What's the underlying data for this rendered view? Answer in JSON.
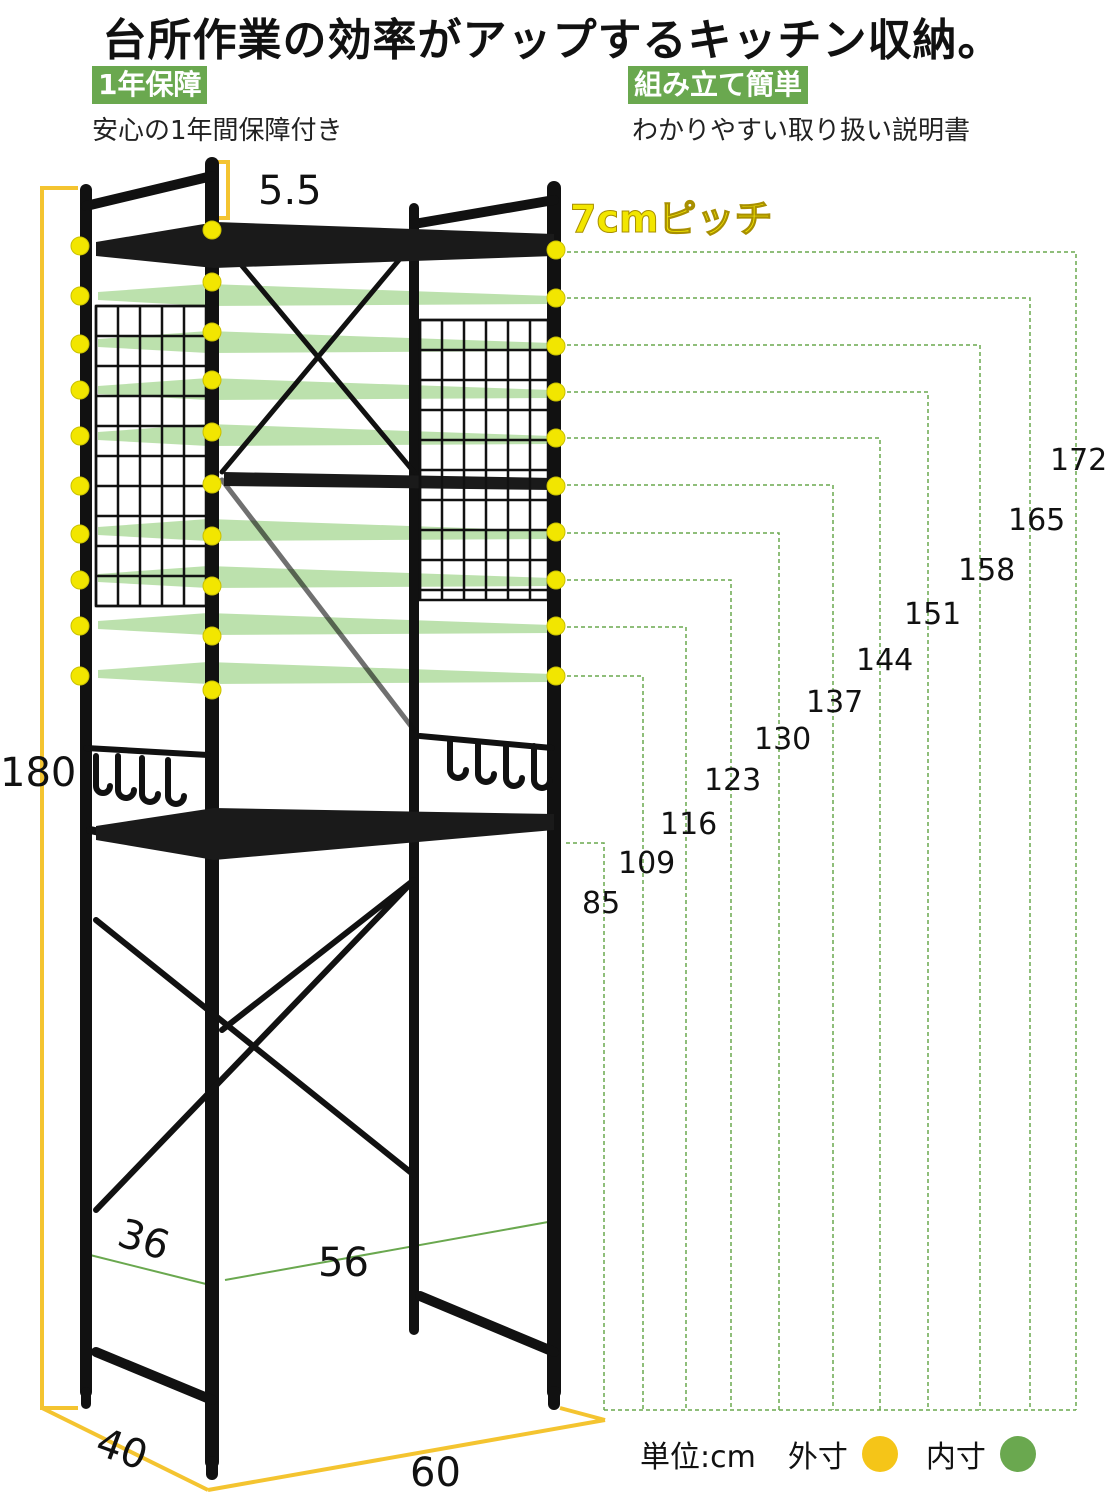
{
  "title": "台所作業の効率がアップするキッチン収納。",
  "features": [
    {
      "badge": "1年保障",
      "text": "安心の1年間保障付き"
    },
    {
      "badge": "組み立て簡単",
      "text": "わかりやすい取り扱い説明書"
    }
  ],
  "pitch_label": "7cmピッチ",
  "dimensions": {
    "top_offset": "5.5",
    "total_height": "180",
    "depth": "40",
    "width": "60",
    "inner_depth": "36",
    "inner_width": "56"
  },
  "shelf_heights": [
    "172",
    "165",
    "158",
    "151",
    "144",
    "137",
    "130",
    "123",
    "116",
    "109",
    "85"
  ],
  "legend": {
    "unit": "単位:cm",
    "outer": "外寸",
    "inner": "内寸",
    "outer_color": "#f5c518",
    "inner_color": "#6aa84f"
  },
  "colors": {
    "frame": "#111111",
    "accent_yellow": "#f2e600",
    "guide_green": "#6aa84f",
    "dim_orange": "#f4c430"
  }
}
